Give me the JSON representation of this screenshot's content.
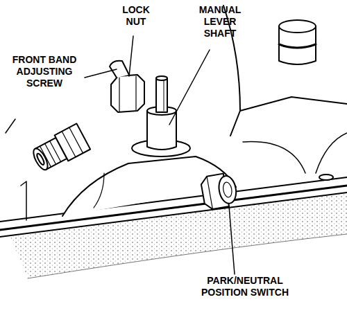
{
  "diagram": {
    "labels": [
      "LOCK NUT",
      "MANUAL LEVER SHAFT",
      "FRONT BAND ADJUSTING SCREW",
      "PARK/NEUTRAL POSITION SWITCH"
    ]
  }
}
